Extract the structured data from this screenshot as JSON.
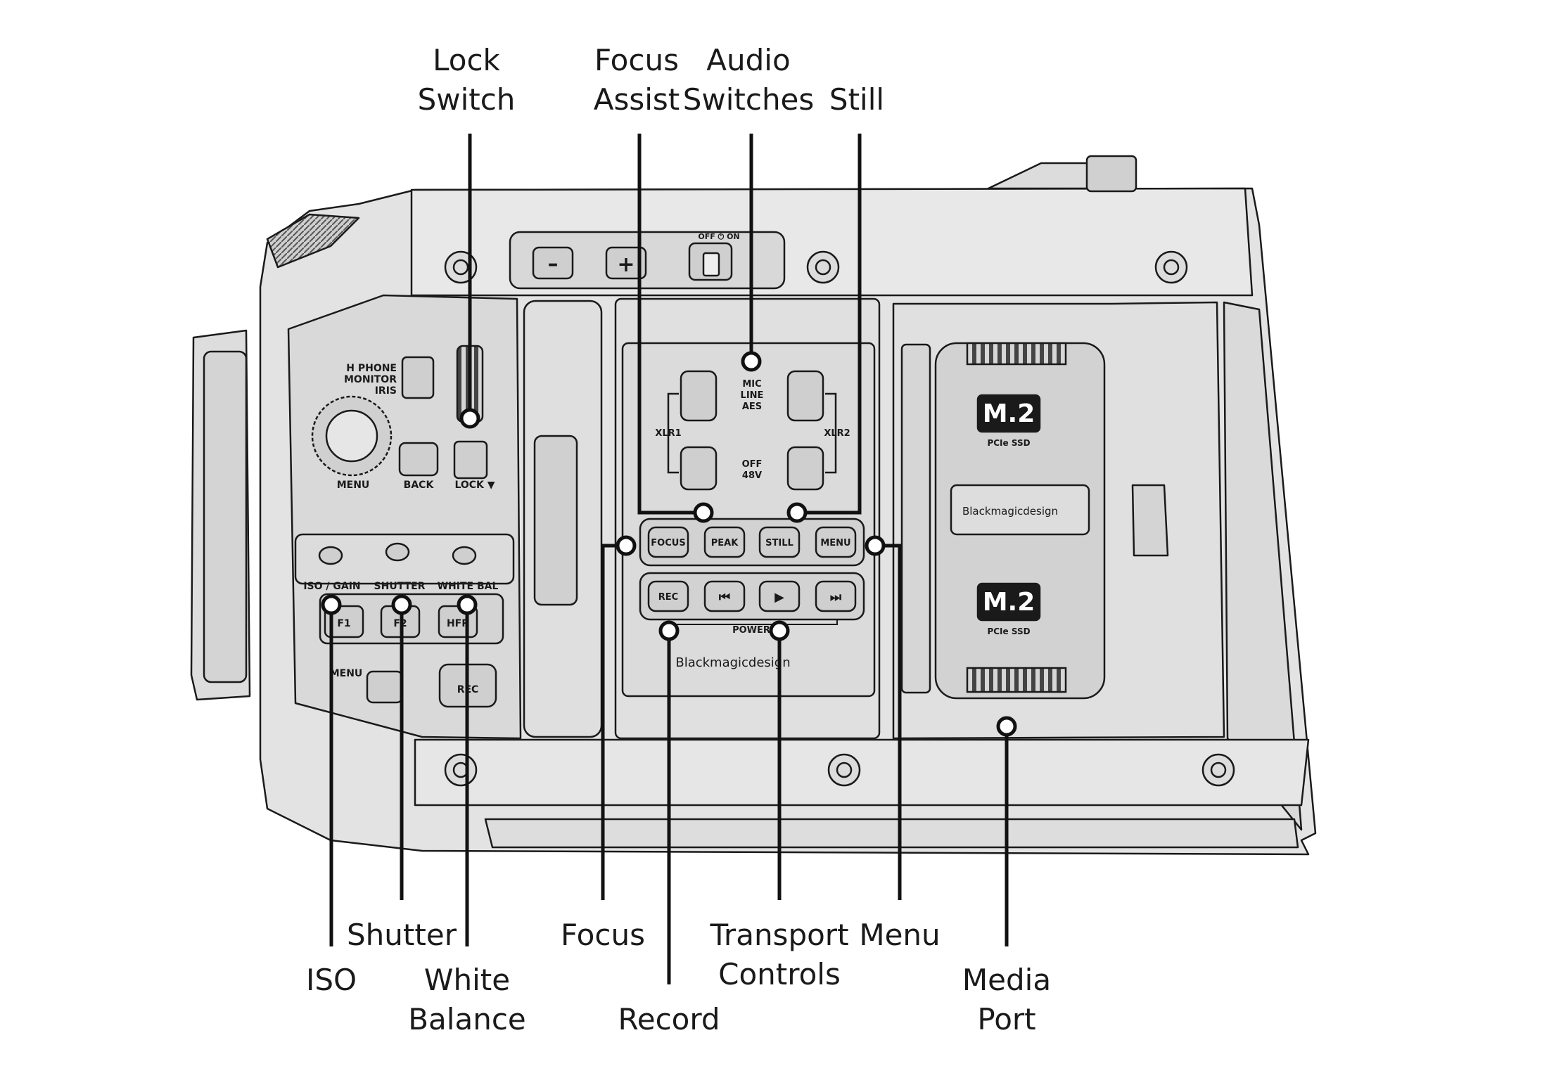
{
  "callouts": {
    "lock_switch": "Lock\nSwitch",
    "focus_assist": "Focus\nAssist",
    "audio_switches": "Audio\nSwitches",
    "still": "Still",
    "iso": "ISO",
    "shutter": "Shutter",
    "white_balance": "White\nBalance",
    "focus": "Focus",
    "record": "Record",
    "transport_controls": "Transport\nControls",
    "menu": "Menu",
    "media_port": "Media\nPort"
  },
  "camera_labels": {
    "off_on": "OFF ⏻ ON",
    "minus": "–",
    "plus": "+",
    "h_phone": "H PHONE",
    "monitor": "MONITOR",
    "iris": "IRIS",
    "menu_dial": "MENU",
    "back": "BACK",
    "lock": "LOCK ▼",
    "iso_gain": "ISO / GAIN",
    "shutter": "SHUTTER",
    "white_bal": "WHITE BAL",
    "f1": "F1",
    "f2": "F2",
    "hfr": "HFR",
    "menu_lower": "MENU",
    "rec_lower": "REC",
    "mic": "MIC",
    "line": "LINE",
    "aes": "AES",
    "xlr1": "XLR1",
    "xlr2": "XLR2",
    "off": "OFF",
    "v48": "48V",
    "focus_btn": "FOCUS",
    "peak_btn": "PEAK",
    "still_btn": "STILL",
    "menu_btn": "MENU",
    "rec_btn": "REC",
    "prev_btn": "⏮",
    "play_btn": "▶",
    "next_btn": "⏭",
    "power": "POWER",
    "brand_center": "Blackmagicdesign",
    "brand_media": "Blackmagicdesign",
    "m2_top": "M.2",
    "pcie_top": "PCIe SSD",
    "m2_bottom": "M.2",
    "pcie_bottom": "PCIe SSD"
  },
  "colors": {
    "body": "#e3e3e3",
    "panel": "#d6d6d6",
    "line": "#1a1a1a",
    "background": "#ffffff"
  }
}
